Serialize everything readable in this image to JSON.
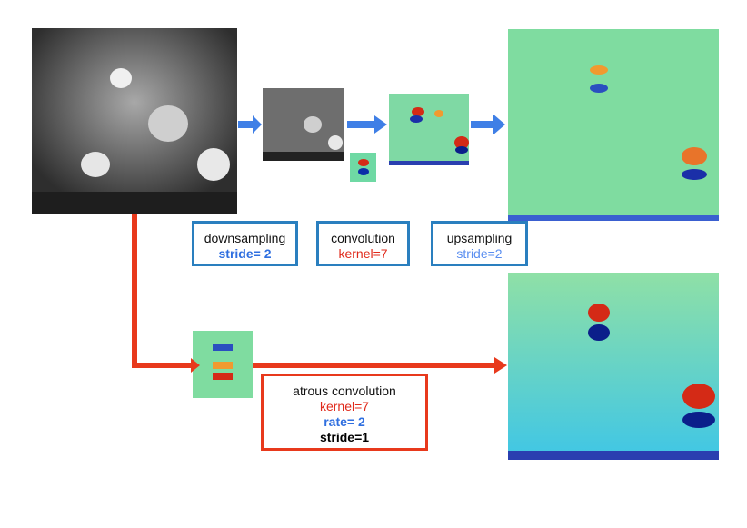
{
  "boxes": {
    "downsampling": {
      "title": "downsampling",
      "param": "stride= 2"
    },
    "convolution": {
      "title": "convolution",
      "param": "kernel=7"
    },
    "upsampling": {
      "title": "upsampling",
      "param": "stride=2"
    },
    "atrous": {
      "title": "atrous convolution",
      "kernel": "kernel=7",
      "rate": "rate= 2",
      "stride": "stride=1"
    }
  },
  "colors": {
    "blue_arrow": "#3f7fe6",
    "red_arrow": "#e8391c",
    "box_blue": "#2a7fbf",
    "box_red": "#e8391c"
  }
}
